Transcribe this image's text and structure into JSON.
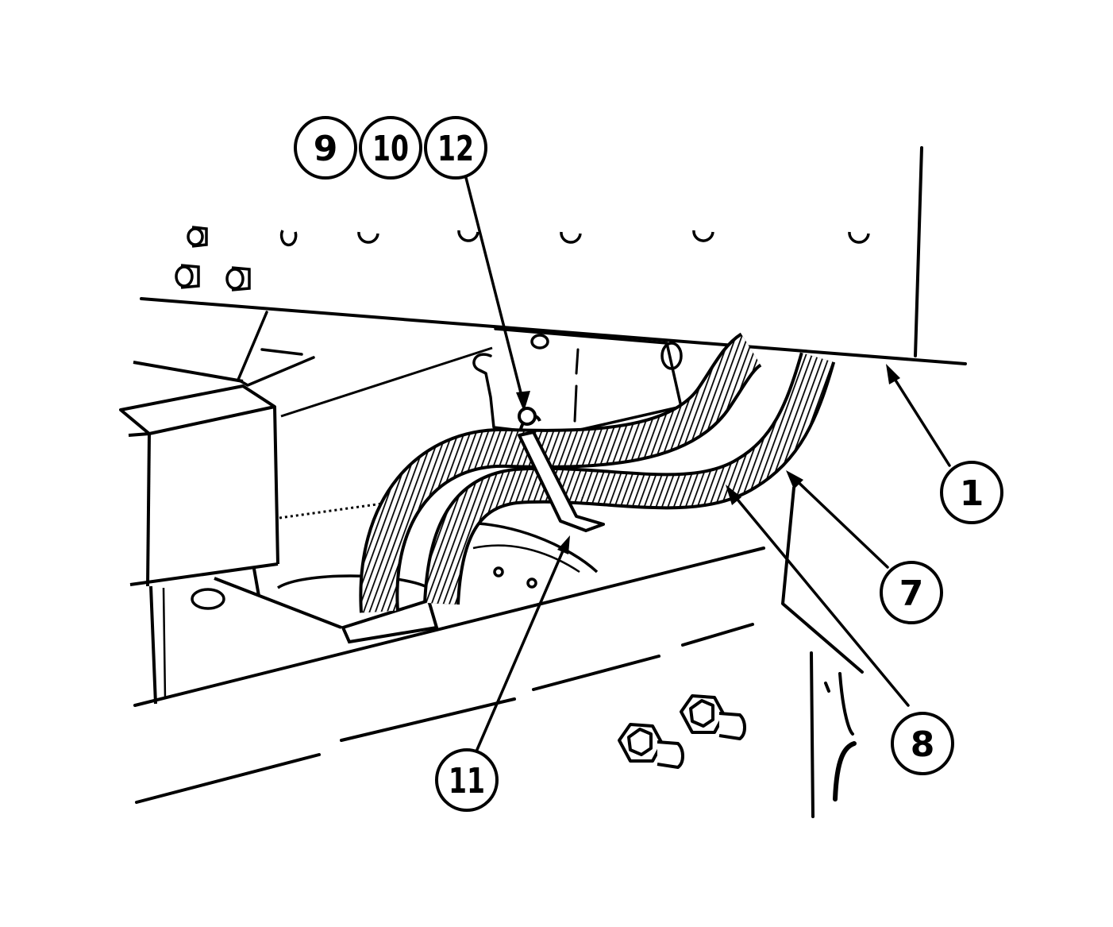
{
  "colors": {
    "ink": "#000000",
    "paper": "#ffffff"
  },
  "callouts": [
    {
      "id": "c9",
      "label": "9"
    },
    {
      "id": "c10",
      "label": "10"
    },
    {
      "id": "c12",
      "label": "12"
    },
    {
      "id": "c1",
      "label": "1"
    },
    {
      "id": "c7",
      "label": "7"
    },
    {
      "id": "c8",
      "label": "8"
    },
    {
      "id": "c11",
      "label": "11"
    }
  ]
}
